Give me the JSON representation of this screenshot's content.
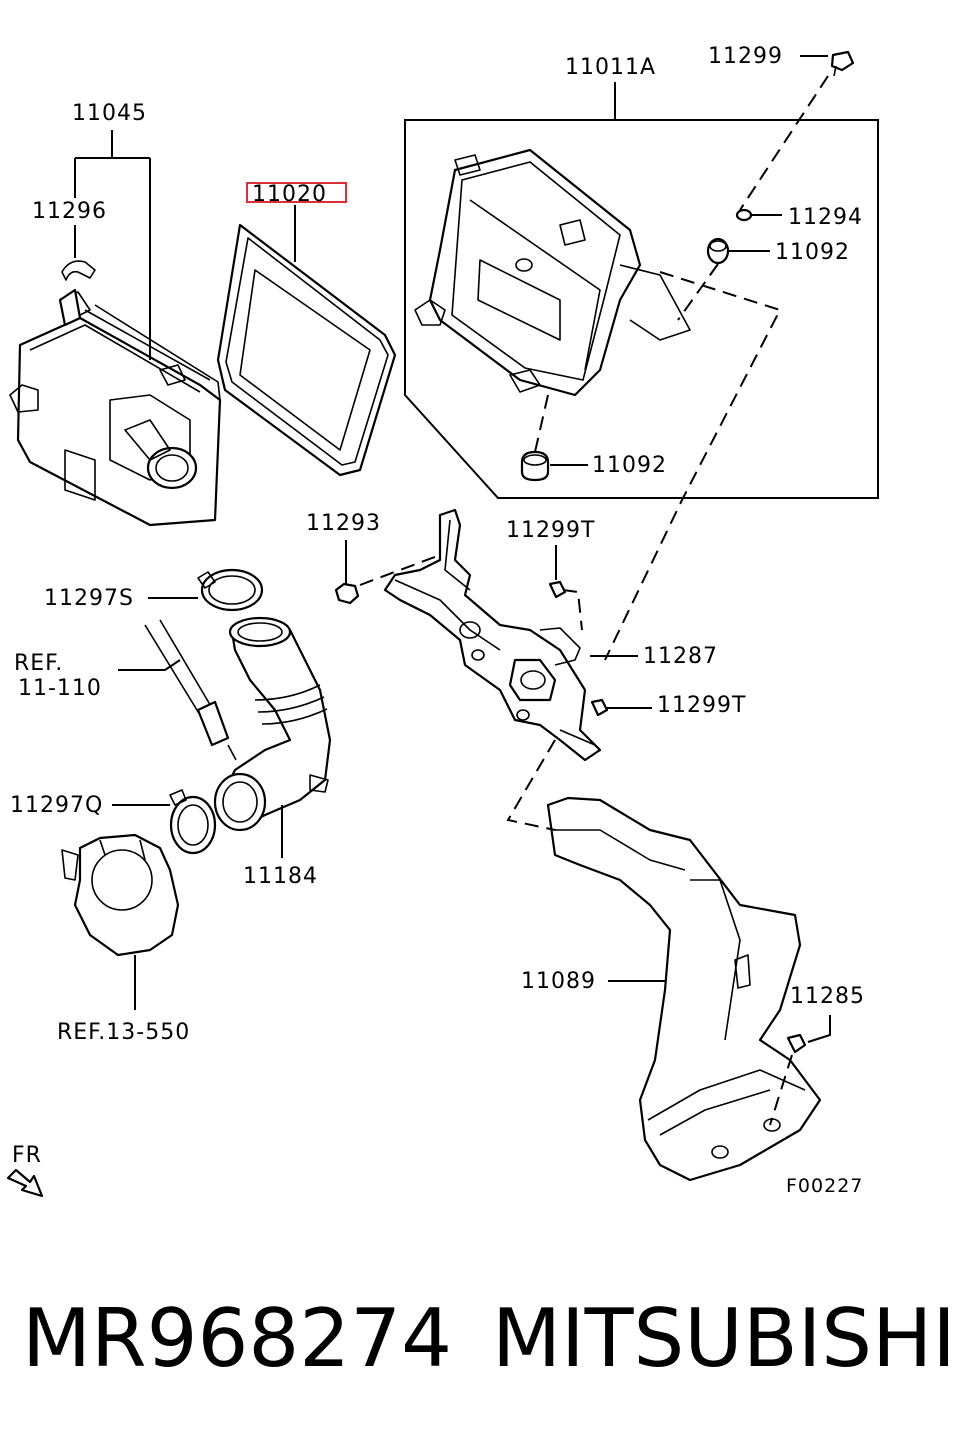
{
  "labels": {
    "p11045": "11045",
    "p11296": "11296",
    "p11020": "11020",
    "p11011A": "11011A",
    "p11299": "11299",
    "p11294": "11294",
    "p11092a": "11092",
    "p11092b": "11092",
    "p11293": "11293",
    "p11299T_a": "11299T",
    "p11287": "11287",
    "p11299T_b": "11299T",
    "p11297S": "11297S",
    "ref_line1": "REF.",
    "ref_line2": "11-110",
    "p11297Q": "11297Q",
    "p11184": "11184",
    "ref13": "REF.13-550",
    "p11089": "11089",
    "p11285": "11285",
    "fr": "FR",
    "figure_code": "F00227"
  },
  "caption": {
    "part_number": "MR968274",
    "brand": "MITSUBISHI"
  },
  "colors": {
    "highlight": "#d9303a",
    "line": "#000000"
  }
}
